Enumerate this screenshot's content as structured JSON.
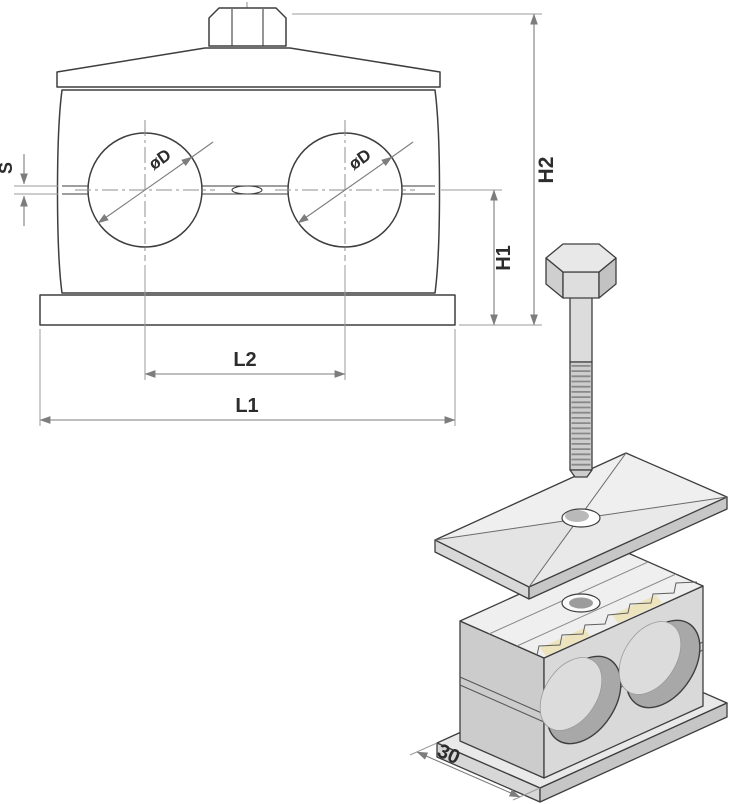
{
  "drawing": {
    "front_view": {
      "dim_s": "S",
      "dim_d_left": "øD",
      "dim_d_right": "øD",
      "dim_h1": "H1",
      "dim_h2": "H2",
      "dim_l2": "L2",
      "dim_l1": "L1"
    },
    "iso_view": {
      "dim_depth": "30"
    },
    "colors": {
      "outline": "#3e3e3e",
      "dimension_line": "#7d7d7d",
      "extension_line": "#9b9b9b",
      "centerline": "#8f8f8f",
      "label_text": "#2c2c2c",
      "face_top": "#efefef",
      "face_light": "#d9d9d9",
      "face_dark": "#c6c6c6",
      "accent_brass": "#ece2b4",
      "background": "#ffffff"
    }
  }
}
